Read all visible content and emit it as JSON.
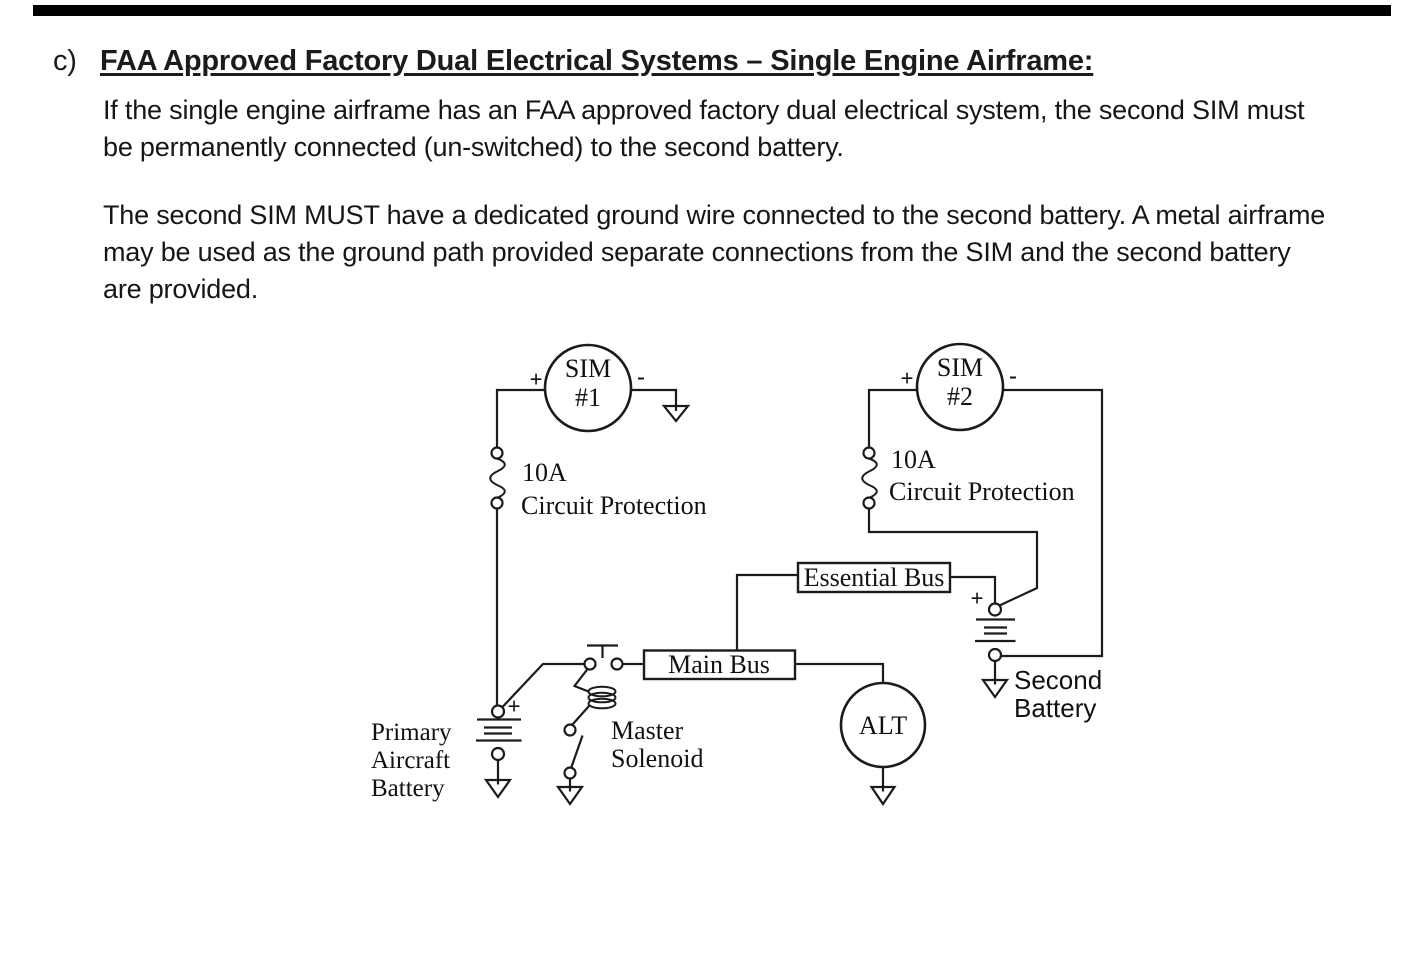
{
  "document": {
    "heading": {
      "prefix": "c)",
      "title": "FAA Approved Factory Dual Electrical Systems – Single Engine Airframe:"
    },
    "paragraph1": {
      "line1": "If the single engine airframe has an FAA approved factory dual electrical system, the second SIM must",
      "line2": "be permanently connected (un-switched) to the second battery."
    },
    "paragraph2": {
      "line1": "The second SIM MUST have a dedicated ground wire connected to the second battery. A metal airframe",
      "line2": "may be used as the ground path provided separate connections from the SIM and the second battery",
      "line3": "are provided."
    }
  },
  "diagram": {
    "sim1": {
      "title": "SIM",
      "unit": "#1",
      "plus": "+",
      "minus": "-"
    },
    "sim2": {
      "title": "SIM",
      "unit": "#2",
      "plus": "+",
      "minus": "-"
    },
    "breaker1": {
      "rating": "10A",
      "label": "Circuit Protection"
    },
    "breaker2": {
      "rating": "10A",
      "label": "Circuit Protection"
    },
    "essential_bus_label": "Essential Bus",
    "main_bus_label": "Main Bus",
    "alt_label": "ALT",
    "master_solenoid": {
      "line1": "Master",
      "line2": "Solenoid"
    },
    "primary_battery": {
      "plus": "+",
      "line1": "Primary",
      "line2": "Aircraft",
      "line3": "Battery"
    },
    "second_battery": {
      "plus": "+",
      "line1": "Second",
      "line2": "Battery"
    }
  },
  "colors": {
    "ink": "#1b1b1b",
    "page_background": "#ffffff",
    "top_bar": "#000000"
  }
}
